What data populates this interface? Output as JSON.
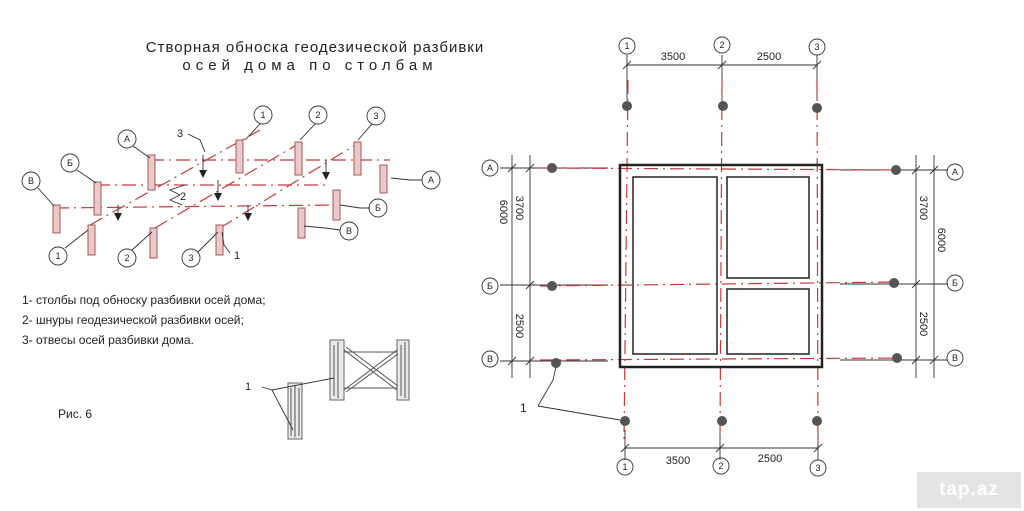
{
  "title": {
    "line1": "Створная обноска геодезической разбивки",
    "line2": "осей дома по столбам"
  },
  "legend": {
    "item1": "1- столбы под обноску разбивки осей дома;",
    "item2": "2- шнуры геодезической разбивки осей;",
    "item3": "3- отвесы осей разбивки дома."
  },
  "figure_label": "Рис. 6",
  "axis_labels": {
    "numeric": [
      "1",
      "2",
      "3"
    ],
    "letters": [
      "А",
      "Б",
      "В"
    ]
  },
  "callouts": {
    "one": "1",
    "two": "2",
    "three": "3"
  },
  "dimensions": {
    "top_spans": [
      "3500",
      "2500"
    ],
    "bottom_spans": [
      "3500",
      "2500"
    ],
    "left_overall": "6000",
    "left_spans": [
      "3700",
      "2500"
    ],
    "right_overall": "6000",
    "right_spans": [
      "3700",
      "2500"
    ]
  },
  "watermark": "tap.az",
  "colors": {
    "axis_line": "#c83a3a",
    "outline": "#222222",
    "post": "#555555"
  }
}
